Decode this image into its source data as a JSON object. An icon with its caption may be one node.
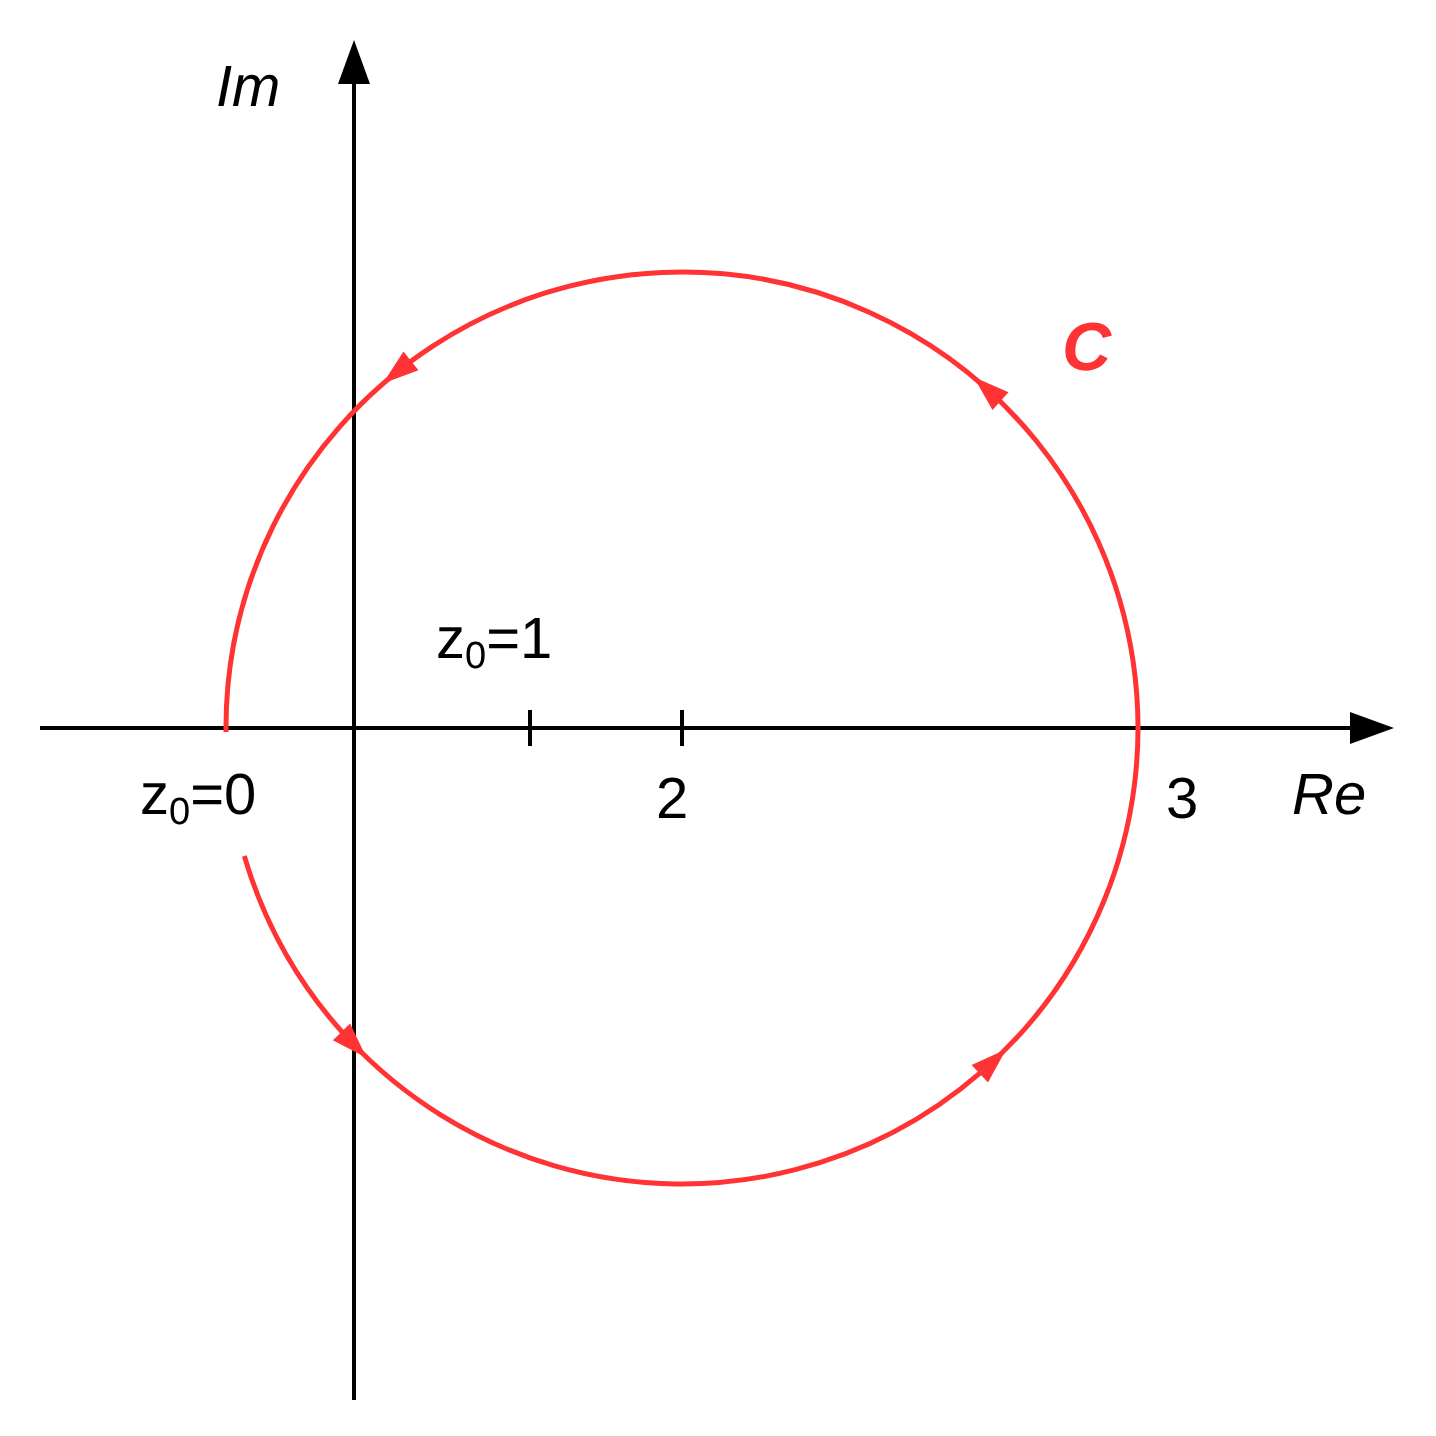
{
  "diagram": {
    "labels": [
      "Im",
      "C",
      "z$_{0}$=1",
      "z$_{0}$=0",
      "2",
      "3",
      "Re"
    ]
  }
}
